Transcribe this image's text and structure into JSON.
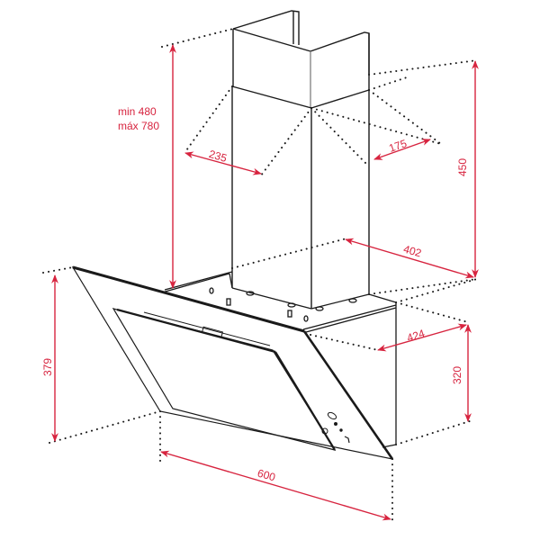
{
  "colors": {
    "dimension": "#d7243f",
    "outline": "#1a1a1a",
    "extension": "#1a1a1a",
    "background": "#ffffff"
  },
  "chimney_note": {
    "min_label": "min 480",
    "max_label": "máx 780"
  },
  "dimensions": {
    "chimney_depth_left": "235",
    "chimney_depth_right": "175",
    "chimney_height": "450",
    "chimney_width": "402",
    "body_depth": "424",
    "body_height_right": "320",
    "glass_height": "379",
    "glass_width": "600"
  }
}
